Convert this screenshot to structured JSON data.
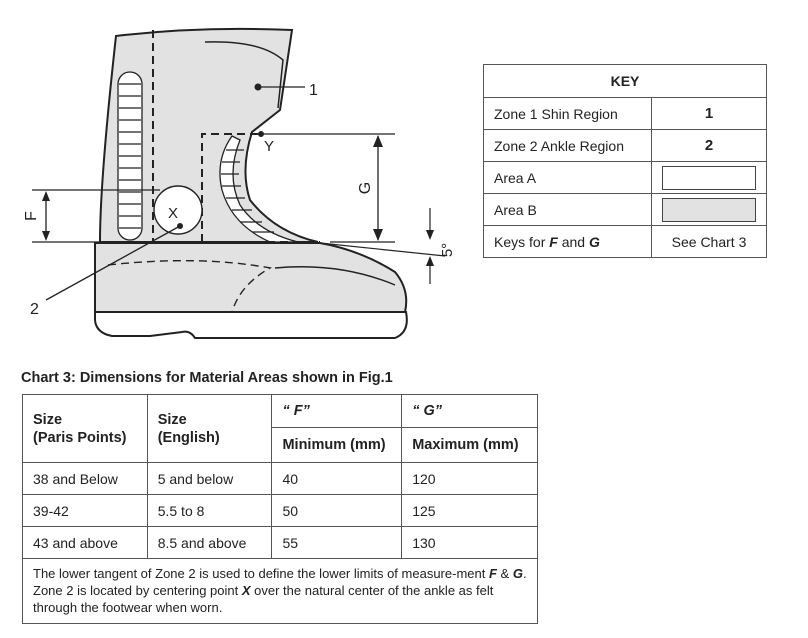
{
  "figure": {
    "labels": {
      "zone1": "1",
      "zone2": "2",
      "point_y": "Y",
      "point_x": "X",
      "dim_f": "F",
      "dim_g": "G",
      "angle": "5°"
    }
  },
  "key": {
    "title": "KEY",
    "rows": [
      {
        "label": "Zone 1 Shin Region",
        "value": "1"
      },
      {
        "label": "Zone 2 Ankle Region",
        "value": "2"
      },
      {
        "label": "Area A",
        "swatch": "#ffffff"
      },
      {
        "label": "Area B",
        "swatch": "#e2e2e2"
      },
      {
        "label_prefix": "Keys for ",
        "label_f": "F",
        "label_and": " and ",
        "label_g": "G",
        "value": "See Chart 3"
      }
    ]
  },
  "chart3": {
    "title": "Chart 3: Dimensions for Material Areas shown in Fig.1",
    "headers": {
      "size_paris_line1": "Size",
      "size_paris_line2": "(Paris Points)",
      "size_english_line1": "Size",
      "size_english_line2": "(English)",
      "f": "“ F”",
      "g": "“ G”",
      "min": "Minimum (mm)",
      "max": "Maximum (mm)"
    },
    "rows": [
      {
        "paris": "38 and Below",
        "english": "5 and below",
        "f_min": "40",
        "g_max": "120"
      },
      {
        "paris": "39-42",
        "english": "5.5 to 8",
        "f_min": "50",
        "g_max": "125"
      },
      {
        "paris": "43 and above",
        "english": "8.5 and above",
        "f_min": "55",
        "g_max": "130"
      }
    ],
    "note": {
      "part1": "The lower tangent of Zone 2 is used to define the lower limits of measure-ment ",
      "f": "F",
      "part2": " & ",
      "g": "G",
      "part3": ". Zone 2 is located by centering point ",
      "x": "X",
      "part4": " over the natural center of the ankle as felt through the footwear when worn."
    }
  },
  "colors": {
    "area_b": "#e2e2e2",
    "line": "#222222"
  }
}
